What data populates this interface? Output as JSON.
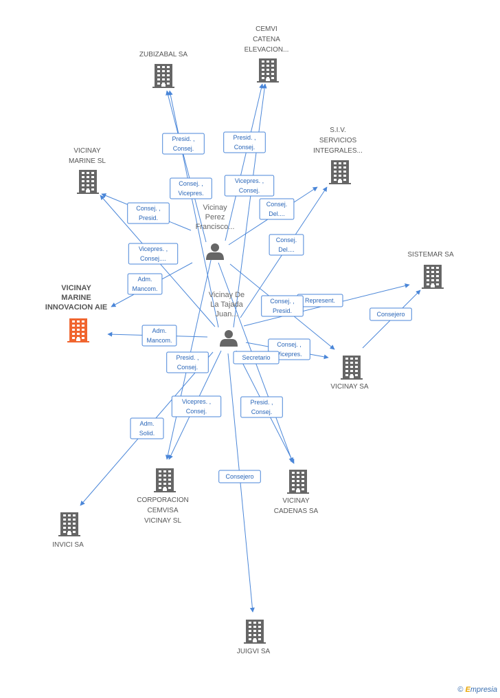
{
  "nodes": [
    {
      "id": "zubizabal",
      "type": "company",
      "lines": [
        "ZUBIZABAL SA"
      ],
      "icon": "building-icon",
      "color": "#666666"
    },
    {
      "id": "cemvi",
      "type": "company",
      "lines": [
        "CEMVI",
        "CATENA",
        "ELEVACION..."
      ],
      "icon": "building-icon",
      "color": "#666666"
    },
    {
      "id": "siv",
      "type": "company",
      "lines": [
        "S.I.V.",
        "SERVICIOS",
        "INTEGRALES..."
      ],
      "icon": "building-icon",
      "color": "#666666"
    },
    {
      "id": "marine_sl",
      "type": "company",
      "lines": [
        "VICINAY",
        "MARINE SL"
      ],
      "icon": "building-icon",
      "color": "#666666"
    },
    {
      "id": "sistemar",
      "type": "company",
      "lines": [
        "SISTEMAR SA"
      ],
      "icon": "building-icon",
      "color": "#666666"
    },
    {
      "id": "marine_aie",
      "type": "company",
      "main": true,
      "lines": [
        "VICINAY",
        "MARINE",
        "INNOVACION AIE"
      ],
      "icon": "building-icon",
      "color": "#f0652f"
    },
    {
      "id": "vicinay_sa",
      "type": "company",
      "lines": [
        "VICINAY SA"
      ],
      "icon": "building-icon",
      "color": "#666666"
    },
    {
      "id": "corporacion",
      "type": "company",
      "lines": [
        "CORPORACION",
        "CEMVISA",
        "VICINAY  SL"
      ],
      "icon": "building-icon",
      "color": "#666666"
    },
    {
      "id": "cadenas",
      "type": "company",
      "lines": [
        "VICINAY",
        "CADENAS SA"
      ],
      "icon": "building-icon",
      "color": "#666666"
    },
    {
      "id": "invici",
      "type": "company",
      "lines": [
        "INVICI SA"
      ],
      "icon": "building-icon",
      "color": "#666666"
    },
    {
      "id": "juigvi",
      "type": "company",
      "lines": [
        "JUIGVI SA"
      ],
      "icon": "building-icon",
      "color": "#666666"
    },
    {
      "id": "perez",
      "type": "person",
      "lines": [
        "Vicinay",
        "Perez",
        "Francisco..."
      ],
      "icon": "person-icon",
      "color": "#666666"
    },
    {
      "id": "tajada",
      "type": "person",
      "lines": [
        "Vicinay De",
        "La Tajada",
        "Juan..."
      ],
      "icon": "person-icon",
      "color": "#666666"
    }
  ],
  "edges": [
    {
      "from": "perez",
      "to": "zubizabal",
      "label": [
        "Presid. ,",
        "Consej."
      ]
    },
    {
      "from": "tajada",
      "to": "zubizabal",
      "label": [
        "Consej. ,",
        "Vicepres."
      ]
    },
    {
      "from": "perez",
      "to": "cemvi",
      "label": [
        "Presid. ,",
        "Consej."
      ]
    },
    {
      "from": "tajada",
      "to": "cemvi",
      "label": [
        "Vicepres. ,",
        "Consej."
      ]
    },
    {
      "from": "perez",
      "to": "siv",
      "label": [
        "Consej.",
        "Del...."
      ]
    },
    {
      "from": "tajada",
      "to": "siv",
      "label": [
        "Consej.",
        "Del...."
      ]
    },
    {
      "from": "perez",
      "to": "marine_sl",
      "label": [
        "Consej. ,",
        "Presid."
      ]
    },
    {
      "from": "tajada",
      "to": "marine_sl",
      "label": [
        "Vicepres. ,",
        "Consej...."
      ]
    },
    {
      "from": "perez",
      "to": "marine_aie",
      "label": [
        "Adm.",
        "Mancom."
      ]
    },
    {
      "from": "tajada",
      "to": "marine_aie",
      "label": [
        "Adm.",
        "Mancom."
      ]
    },
    {
      "from": "tajada",
      "to": "sistemar",
      "label": [
        "Represent."
      ]
    },
    {
      "from": "vicinay_sa",
      "to": "sistemar",
      "label": [
        "Consejero"
      ]
    },
    {
      "from": "perez",
      "to": "vicinay_sa",
      "label": [
        "Consej. ,",
        "Presid."
      ]
    },
    {
      "from": "tajada",
      "to": "vicinay_sa",
      "label": [
        "Consej. ,",
        "Vicepres."
      ]
    },
    {
      "from": "perez",
      "to": "corporacion",
      "label": [
        "Presid. ,",
        "Consej."
      ]
    },
    {
      "from": "tajada",
      "to": "corporacion",
      "label": [
        "Vicepres. ,",
        "Consej."
      ]
    },
    {
      "from": "perez",
      "to": "cadenas",
      "label": [
        "Secretario"
      ]
    },
    {
      "from": "tajada",
      "to": "cadenas",
      "label": [
        "Presid. ,",
        "Consej."
      ]
    },
    {
      "from": "tajada",
      "to": "invici",
      "label": [
        "Adm.",
        "Solid."
      ]
    },
    {
      "from": "tajada",
      "to": "juigvi",
      "label": [
        "Consejero"
      ]
    }
  ],
  "footer": {
    "copyright": "©",
    "brand_initial": "E",
    "brand_rest": "mpresia"
  }
}
